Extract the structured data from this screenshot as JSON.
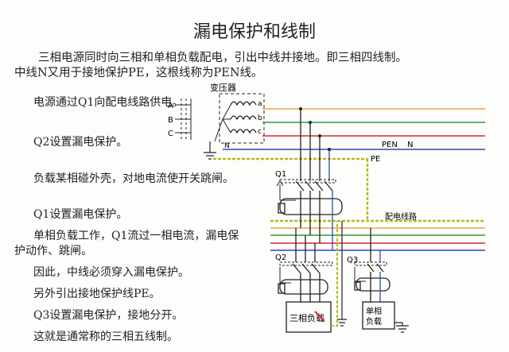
{
  "title": "漏电保护和线制",
  "intro": {
    "line1": "三相电源同时向三相和单相负载配电，引出中线并接地。即三相四线制。",
    "line2": "中线N又用于接地保护PE，这根线称为PEN线。"
  },
  "notes": [
    "电源通过Q1向配电线路供电。",
    "Q2设置漏电保护。",
    "负载某相碰外壳，对地电流使开关跳闸。",
    "Q1设置漏电保护。",
    "单相负载工作，Q1流过一相电流，漏电保护动作、跳闸。",
    "因此，中线必须穿入漏电保护。",
    "另外引出接地保护线PE。",
    "Q3设置漏电保护，接地分开。",
    "这就是通常称的三相五线制。"
  ],
  "diagram": {
    "transformer_label": "变压器",
    "phase_a": "A",
    "phase_b": "B",
    "phase_c": "C",
    "winding_a": "a",
    "winding_b": "b",
    "winding_c": "c",
    "neutral_n": "N",
    "pen_label": "PEN",
    "n_label": "N",
    "pe_label": "PE",
    "q1_label": "Q1",
    "q2_label": "Q2",
    "q3_label": "Q3",
    "line_label": "配电线路",
    "three_phase_load_label": "三相负载",
    "single_load_line1": "单相",
    "single_load_line2": "负载",
    "colors": {
      "phase_a": "#f0a23a",
      "phase_b": "#2e9a3a",
      "phase_c": "#d8282c",
      "neutral": "#2f49b0",
      "pe": "#b8b820",
      "wire": "#222222"
    }
  }
}
